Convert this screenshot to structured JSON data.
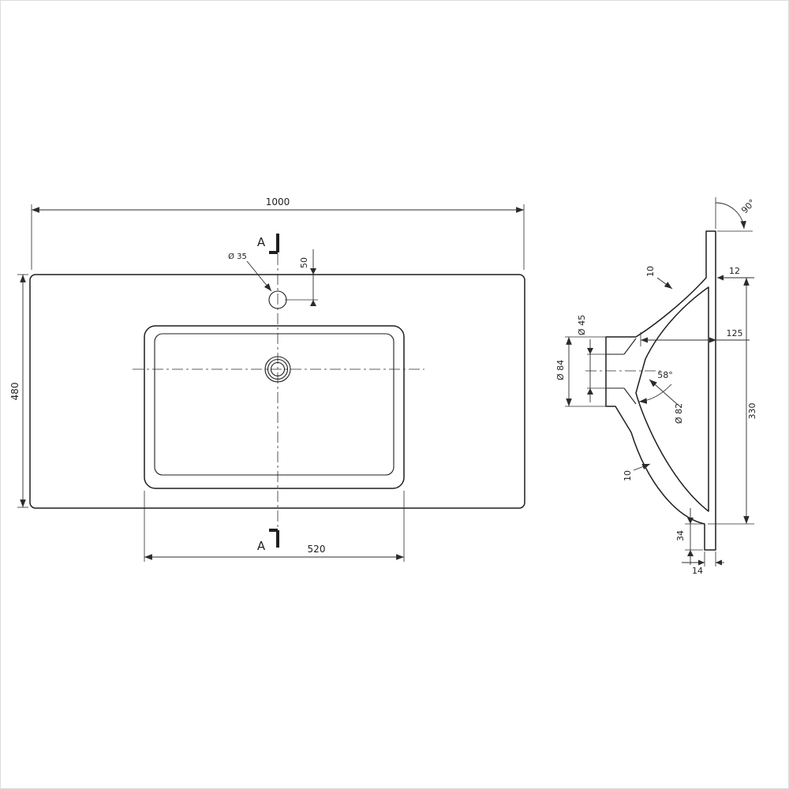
{
  "page": {
    "background": "#ffffff",
    "line_color": "#1f1f1f"
  },
  "plan_view": {
    "name": "washbasin-top-view",
    "dims": {
      "overall_width": "1000",
      "overall_depth": "480",
      "basin_width": "520",
      "faucet_hole_offset": "50",
      "faucet_hole_diameter": "Ø 35"
    },
    "section_marker_top": "A",
    "section_marker_bottom": "A"
  },
  "section_view": {
    "name": "washbasin-section-a-a",
    "dims": {
      "corner_angle": "90°",
      "back_lip_width": "12",
      "top_wall_thickness": "10",
      "drain_hole_diameter": "Ø 45",
      "drain_flange_diameter": "Ø 84",
      "basin_inner_depth": "125",
      "drain_chamfer_angle": "58°",
      "drain_seat_diameter": "Ø 82",
      "overall_height": "330",
      "bottom_wall_thickness": "10",
      "bottom_edge_height": "34",
      "bottom_lip_width": "14"
    }
  }
}
